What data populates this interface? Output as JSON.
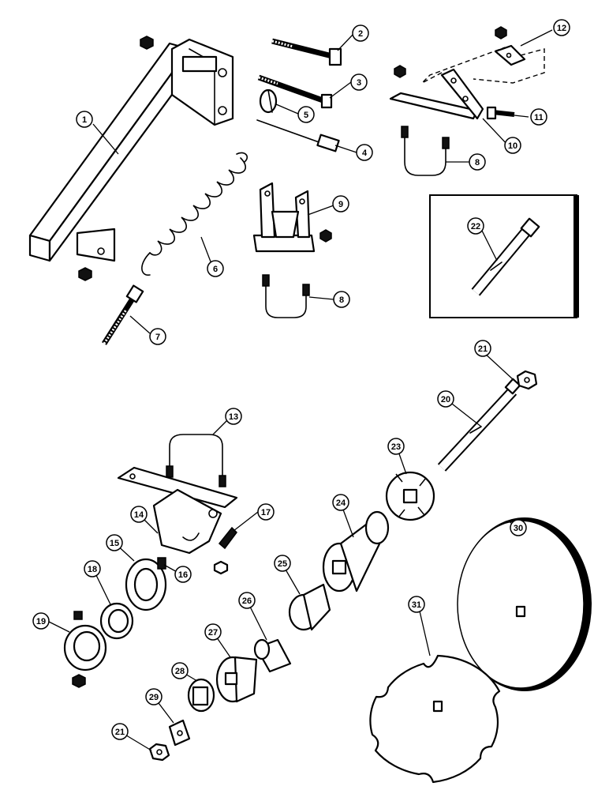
{
  "diagram": {
    "callouts": [
      "1",
      "2",
      "3",
      "4",
      "5",
      "6",
      "7",
      "8",
      "8",
      "9",
      "10",
      "11",
      "12",
      "22",
      "21",
      "20",
      "23",
      "13",
      "24",
      "17",
      "14",
      "15",
      "16",
      "18",
      "19",
      "25",
      "26",
      "27",
      "28",
      "29",
      "21",
      "30",
      "31"
    ]
  }
}
